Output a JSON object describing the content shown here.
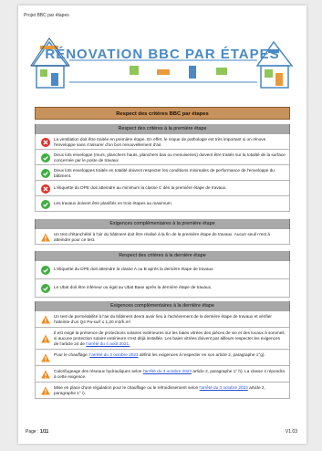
{
  "header": {
    "project": "Projet BBC par étapes"
  },
  "banner": {
    "title": "RÉNOVATION BBC PAR ÉTAPES"
  },
  "main_title": "Respect des critères BBC par étapes",
  "sections": [
    {
      "title": "Respect des critères à la première étape",
      "rows": [
        {
          "status": "fail",
          "text": "La ventilation doit être traitée en première étape. En effet, le risque de pathologie est très important si on rénove l'enveloppe sans s'assurer d'un bon renouvellement d'air."
        },
        {
          "status": "ok",
          "text": "Deux lots enveloppe (murs, planchers hauts, planchers bas ou menuiseries) doivent être traités sur la totalité de la surface concernée par le poste de travaux"
        },
        {
          "status": "ok",
          "text": "Deux lots enveloppes traités en totalité doivent respecter les conditions minimales de performance de l'enveloppe du bâtiment."
        },
        {
          "status": "fail",
          "text": "L'étiquette du DPE doit atteindre au minimum la classe C dès la première étape de travaux."
        },
        {
          "status": "ok",
          "text": "Les travaux doivent être planifiés en trois étapes au maximum."
        }
      ]
    },
    {
      "title": "Exigences complémentaires à la première étape",
      "rows": [
        {
          "status": "warn",
          "text": "Un test d'étanchéité à l'air du bâtiment doit être réalisé à la fin de la première étape de travaux. Aucun seuil n'est à atteindre pour ce test."
        }
      ]
    },
    {
      "title": "Respect des critères à la dernière étape",
      "rows": [
        {
          "status": "ok",
          "text": "L'étiquette du DPE doit atteindre la classe A ou B après la dernière étape de travaux."
        },
        {
          "status": "ok",
          "text": "Le Ubat doit être inférieur ou égal au Ubat Base après la dernière étape de travaux."
        }
      ]
    },
    {
      "title": "Exigences complémentaires à la dernière étape",
      "rows": [
        {
          "status": "warn",
          "text": "Un test de perméabilité à l'air du bâtiment devra avoir lieu à l'achèvement de la dernière étape de travaux et vérifier l'atteinte d'un Q4 Pa-surf ≤ 1,20 m3/h.m²."
        },
        {
          "status": "warn",
          "text_a": "Il est exigé la présence de protections solaires extérieures sur les baies vitrées des pièces de vie et des locaux à sommeil, si aucune protection solaire extérieure n'est déjà installée. Les baies vitrées doivent par ailleurs respecter les exigences de l'article 24 de ",
          "link": "l'arrêté du 4 août 2021.",
          "text_b": ""
        },
        {
          "status": "warn",
          "text_a": "Pour le chauffage, ",
          "link": "l'arrêté du 3 octobre 2023",
          "text_b": " définit les exigences à respecter en son article 2, paragraphe 1°g)."
        },
        {
          "status": "warn",
          "text_a": "Calorifugeage des réseaux hydrauliques selon ",
          "link": "l'arrêté du 3 octobre 2023",
          "text_b": " article 2, paragraphe 1° h). La classe 4 répondra à cette exigence."
        },
        {
          "status": "warn",
          "text_a": "Mise en place d'une régulation pour le chauffage ou le refroidissement selon ",
          "link": "l'arrêté du 3 octobre 2023",
          "text_b": " article 2, paragraphe 1° i)."
        }
      ]
    }
  ],
  "footer": {
    "page_label": "Page : ",
    "page_num": "1/11",
    "version": "V1.03"
  },
  "colors": {
    "ok": "#3fae3f",
    "fail": "#e0312b",
    "warn": "#f08a1c",
    "title_bg": "#c8925c",
    "sub_bg": "#a8a8a8"
  }
}
